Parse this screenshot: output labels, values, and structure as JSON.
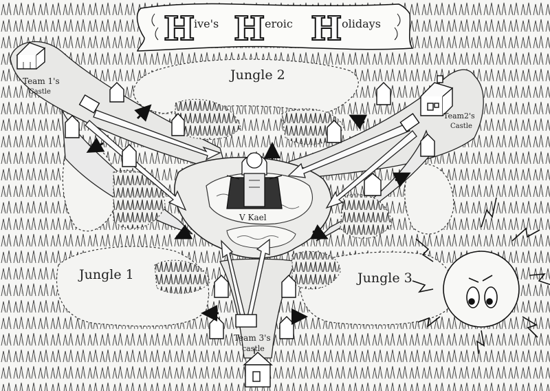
{
  "title": {
    "words": [
      {
        "initial": "H",
        "rest": "ive's"
      },
      {
        "initial": "H",
        "rest": "eroic"
      },
      {
        "initial": "H",
        "rest": "olidays"
      }
    ]
  },
  "labels": {
    "jungle1": "Jungle 1",
    "jungle2": "Jungle 2",
    "jungle3": "Jungle 3",
    "center_character": "V Kael",
    "team1_castle_line1": "Team 1's",
    "team1_castle_line2": "Castle",
    "team2_castle_line1": "Team2's",
    "team2_castle_line2": "Castle",
    "team3_castle_line1": "Team 3's",
    "team3_castle_line2": "castle"
  },
  "icons": {
    "tower": "tower-icon",
    "castle": "castle-icon",
    "sun": "sun-face-icon",
    "tree": "pine-tree-icon",
    "direction": "small-arrow-icon",
    "character": "caped-hero-icon"
  },
  "colors": {
    "paper": "#f4f4f2",
    "ink": "#1a1a1a",
    "path_fill": "#e6e6e6"
  }
}
